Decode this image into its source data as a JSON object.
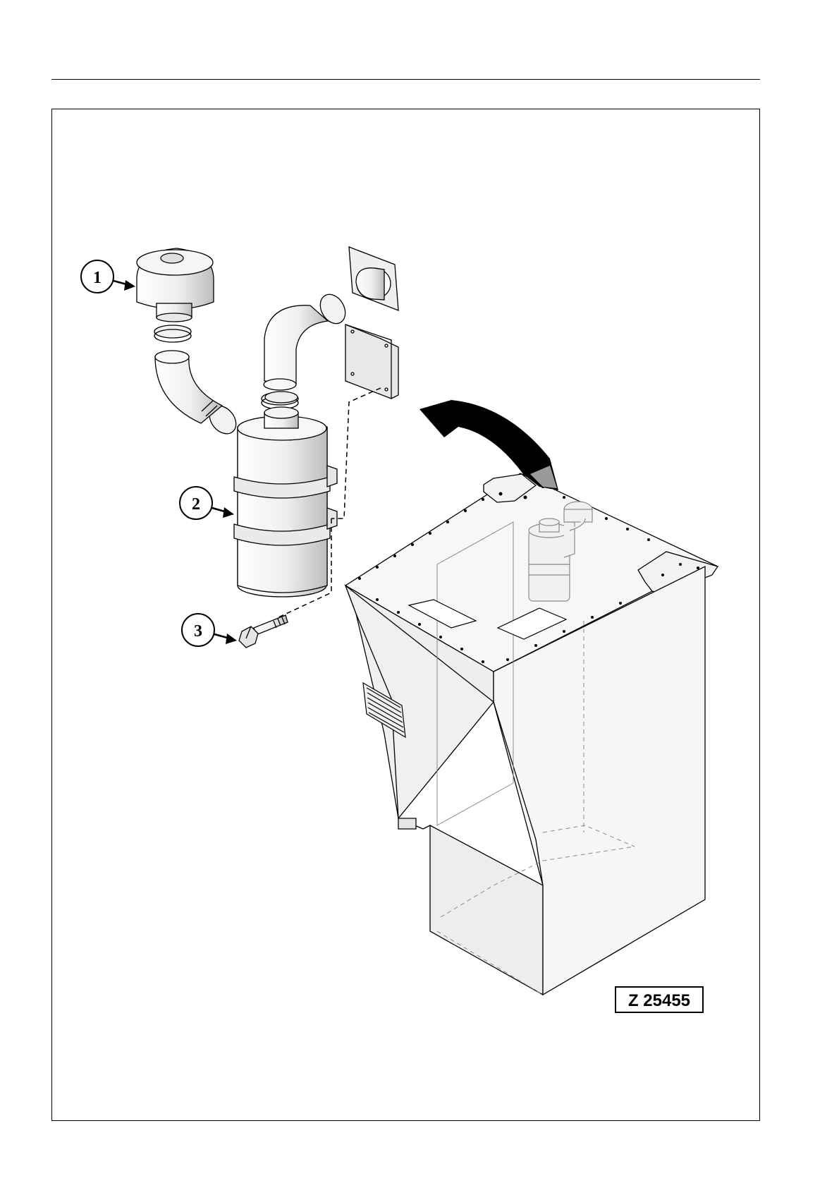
{
  "figure": {
    "reference": "Z 25455",
    "callouts": [
      {
        "number": "1",
        "icon": "precleaner-cap-icon"
      },
      {
        "number": "2",
        "icon": "air-filter-housing-icon"
      },
      {
        "number": "3",
        "icon": "bolt-icon"
      }
    ]
  },
  "colors": {
    "line": "#000000",
    "part_fill": "#ececec",
    "ghost_fill": "#f3f3f3",
    "ghost_line": "#8a8a8a",
    "arrow_fill": "#000000",
    "arrow_inner": "#9a9a9a"
  }
}
